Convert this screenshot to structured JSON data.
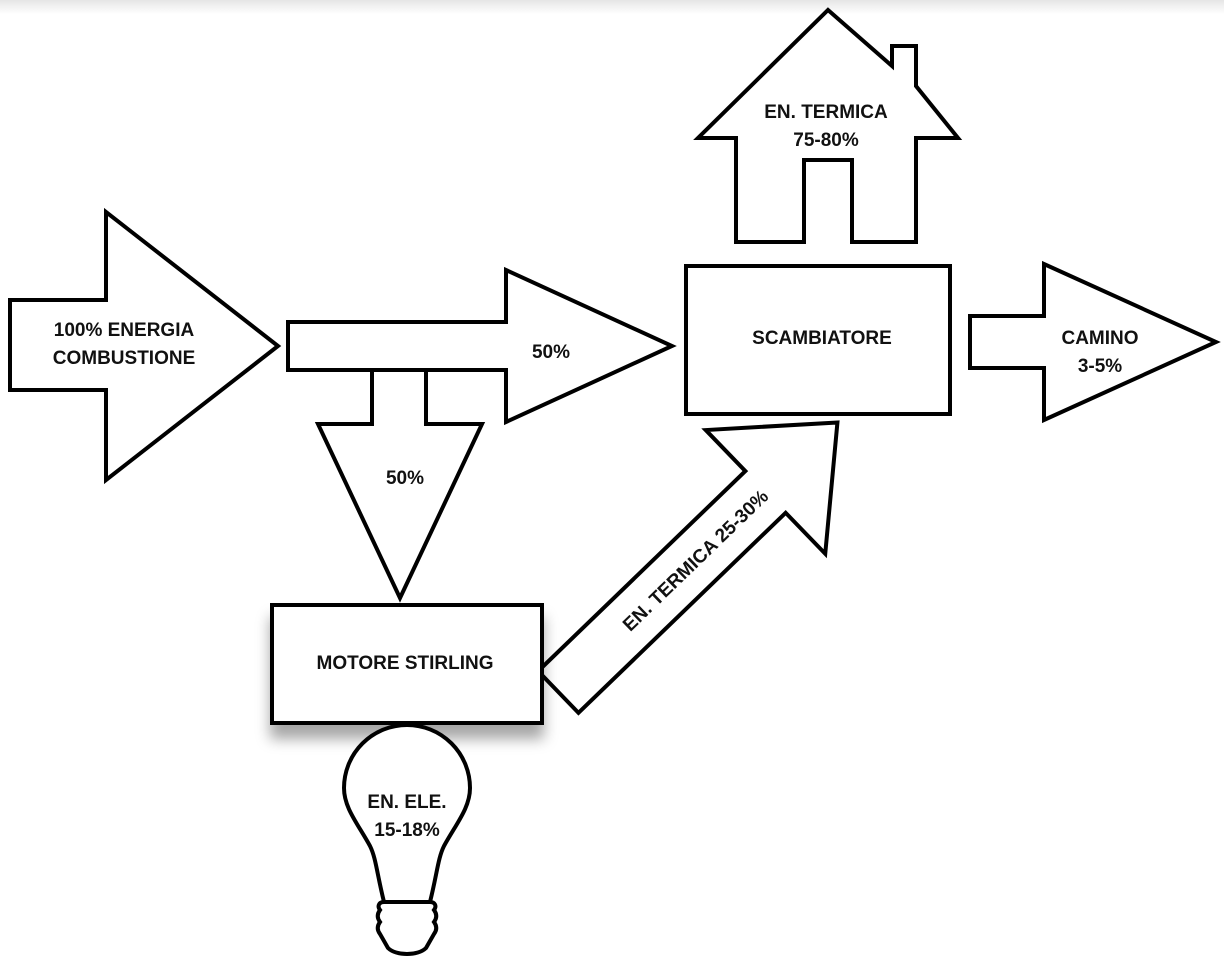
{
  "nodes": {
    "input_arrow": {
      "line1": "100% ENERGIA",
      "line2": "COMBUSTIONE"
    },
    "branch_right": {
      "label": "50%"
    },
    "branch_down": {
      "label": "50%"
    },
    "exchanger": {
      "label": "SCAMBIATORE"
    },
    "chimney": {
      "line1": "CAMINO",
      "line2": "3-5%"
    },
    "house": {
      "line1": "EN. TERMICA",
      "line2": "75-80%"
    },
    "stirling": {
      "label": "MOTORE STIRLING"
    },
    "recovery_arrow": {
      "label": "EN. TERMICA 25-30%"
    },
    "bulb": {
      "line1": "EN. ELE.",
      "line2": "15-18%"
    }
  }
}
